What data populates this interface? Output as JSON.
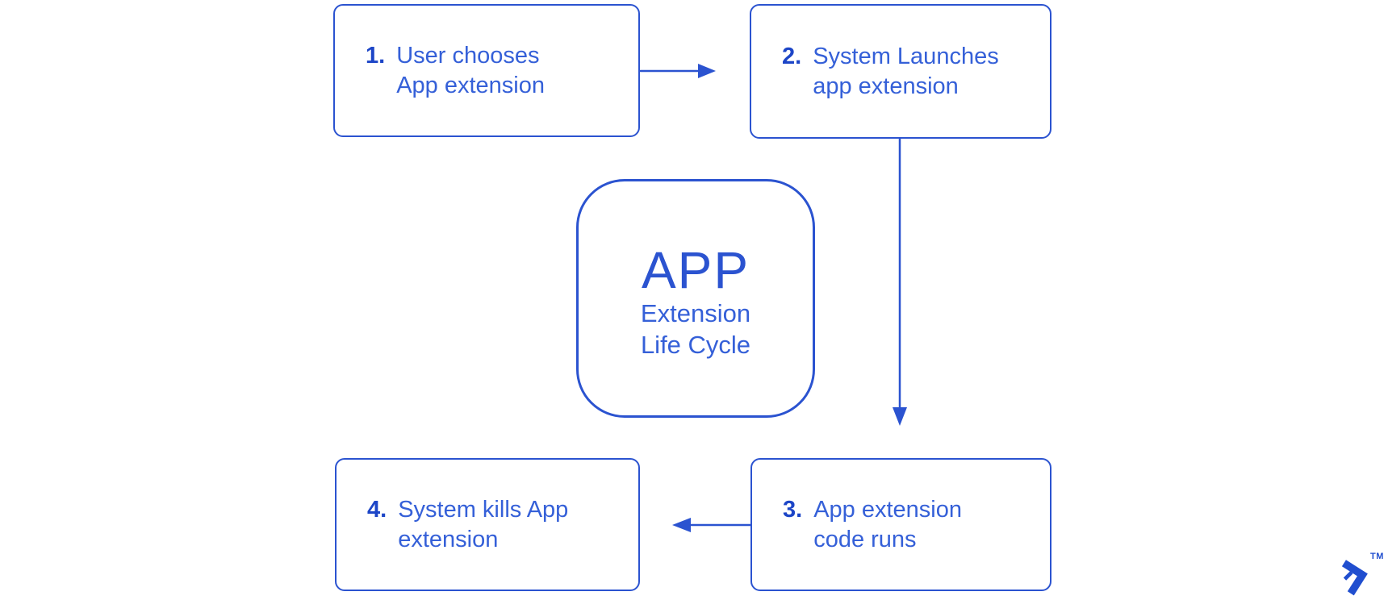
{
  "diagram": {
    "title_context": "App Extension Life Cycle flowchart",
    "steps": [
      {
        "number": "1.",
        "lines": [
          "User chooses",
          "App extension"
        ]
      },
      {
        "number": "2.",
        "lines": [
          "System Launches",
          "app extension"
        ]
      },
      {
        "number": "3.",
        "lines": [
          "App extension",
          "code runs"
        ]
      },
      {
        "number": "4.",
        "lines": [
          "System kills App",
          "extension"
        ]
      }
    ],
    "center": {
      "title": "APP",
      "subtitle_lines": [
        "Extension",
        "Life Cycle"
      ]
    },
    "arrows": [
      {
        "name": "arrow-right-icon",
        "from": "step-1",
        "to": "step-2",
        "direction": "right"
      },
      {
        "name": "arrow-down-icon",
        "from": "step-2",
        "to": "step-3",
        "direction": "down"
      },
      {
        "name": "arrow-left-icon",
        "from": "step-3",
        "to": "step-4",
        "direction": "left"
      }
    ],
    "colors": {
      "primary": "#2b53d0",
      "text": "#3560d8",
      "number": "#1c45c7",
      "logo": "#204ecf",
      "background": "#ffffff"
    }
  },
  "branding": {
    "logo_icon": "toptal-logo-icon",
    "trademark": "TM"
  }
}
